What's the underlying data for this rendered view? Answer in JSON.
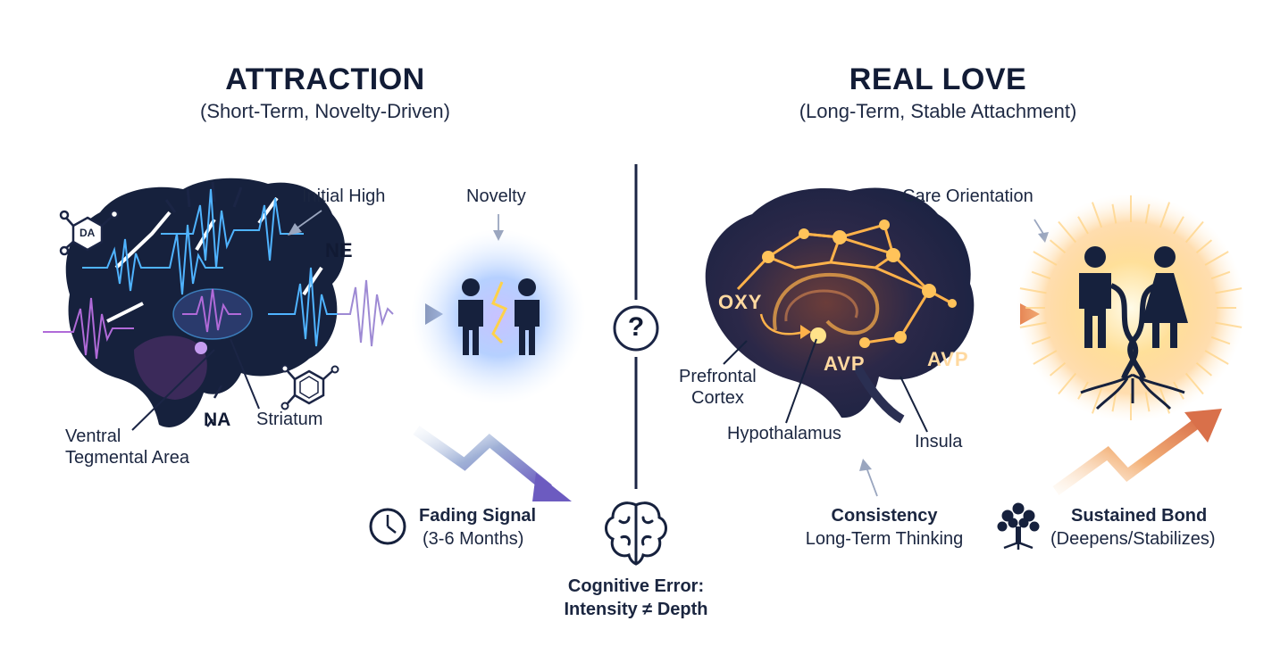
{
  "left": {
    "title": "ATTRACTION",
    "subtitle": "(Short-Term, Novelty-Driven)",
    "labels": {
      "initial_high": "Initial High",
      "novelty": "Novelty",
      "ne": "NE",
      "na": "NA",
      "da": "DA",
      "striatum": "Striatum",
      "vta_line1": "Ventral",
      "vta_line2": "Tegmental Area"
    },
    "fading": {
      "title": "Fading Signal",
      "detail": "(3-6 Months)"
    }
  },
  "center": {
    "question": "?",
    "error_line1": "Cognitive Error:",
    "error_line2": "Intensity ≠ Depth"
  },
  "right": {
    "title": "REAL LOVE",
    "subtitle": "(Long-Term, Stable Attachment)",
    "labels": {
      "care": "Care Orientation",
      "oxy": "OXY",
      "avp_left": "AVP",
      "avp_right": "AVP",
      "prefrontal_line1": "Prefrontal",
      "prefrontal_line2": "Cortex",
      "hypothalamus": "Hypothalamus",
      "insula": "Insula"
    },
    "consistency": {
      "title": "Consistency",
      "detail": "Long-Term Thinking"
    },
    "bond": {
      "title": "Sustained Bond",
      "detail": "(Deepens/Stabilizes)"
    }
  },
  "colors": {
    "navy": "#16213d",
    "brain_dark": "#1b2545",
    "wave_blue": "#4fb3ff",
    "wave_purple": "#b06ad8",
    "glow_orange": "#ffb24a",
    "arrow_purple": "#7b6ac9",
    "arrow_orange": "#e98a4f"
  }
}
